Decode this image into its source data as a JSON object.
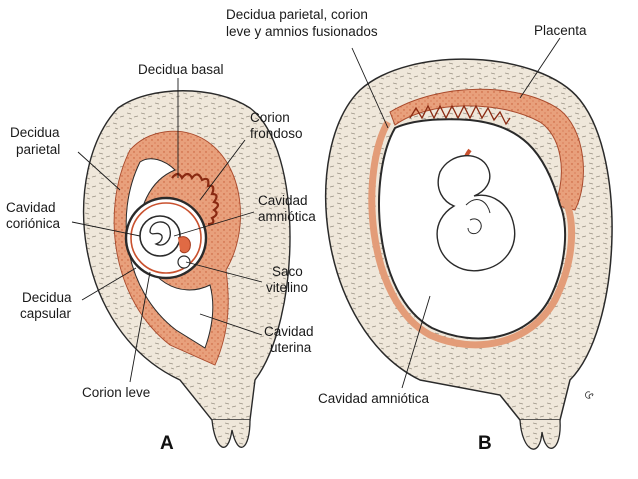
{
  "panels": {
    "a": "A",
    "b": "B"
  },
  "labels_a": {
    "decidua_basal": "Decidua basal",
    "corion_frondoso": [
      "Corion",
      "frondoso"
    ],
    "decidua_parietal": [
      "Decidua",
      "parietal"
    ],
    "cavidad_corionica": [
      "Cavidad",
      "coriónica"
    ],
    "cavidad_amniotica": [
      "Cavidad",
      "amniótica"
    ],
    "saco_vitelino": [
      "Saco",
      "vitelino"
    ],
    "decidua_capsular": [
      "Decidua",
      "capsular"
    ],
    "cavidad_uterina": [
      "Cavidad",
      "uterina"
    ],
    "corion_leve": "Corion leve"
  },
  "labels_b": {
    "decidua_fusion": [
      "Decidua parietal, corion",
      "leve y amnios fusionados"
    ],
    "placenta": "Placenta",
    "cavidad_amniotica": "Cavidad amniótica"
  },
  "colors": {
    "uterine_wall": "#efe7da",
    "decidua": "#e39c78",
    "decidua_deep": "#c9512e",
    "outline": "#2a2a2a",
    "cavity": "#ffffff"
  }
}
